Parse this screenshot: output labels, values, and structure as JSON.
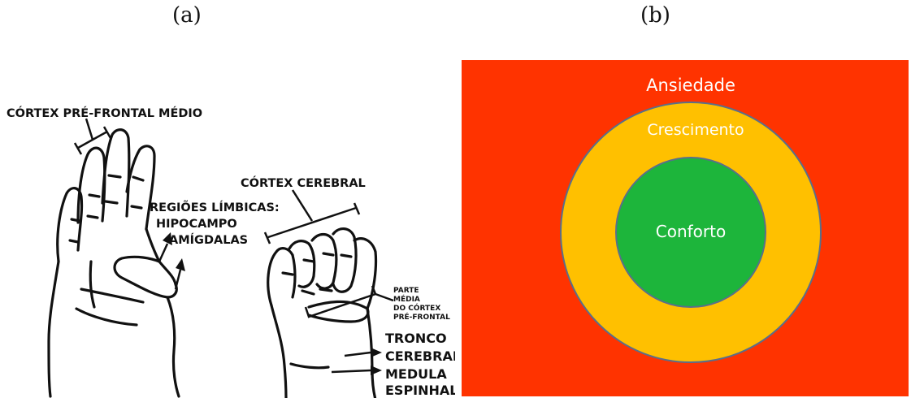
{
  "captions": {
    "a": "(a)",
    "b": "(b)"
  },
  "hand_model": {
    "labels": {
      "prefrontal": "CÓRTEX PRÉ-FRONTAL MÉDIO",
      "limbic_1": "REGIÕES LÍMBICAS:",
      "limbic_2": "HIPOCAMPO",
      "limbic_3": "AMÍGDALAS",
      "cerebral_cortex": "CÓRTEX CEREBRAL",
      "mid_prefrontal_1": "PARTE",
      "mid_prefrontal_2": "MÉDIA",
      "mid_prefrontal_3": "DO CÓRTEX",
      "mid_prefrontal_4": "PRÉ-FRONTAL",
      "brainstem_1": "TRONCO",
      "brainstem_2": "CEREBRAL",
      "spinal_1": "MEDULA",
      "spinal_2": "ESPINHAL"
    }
  },
  "zones": {
    "outer": {
      "label": "Ansiedade",
      "color": "#ff3300"
    },
    "middle": {
      "label": "Crescimento",
      "color": "#ffc000"
    },
    "inner": {
      "label": "Conforto",
      "color": "#1db53b"
    }
  }
}
